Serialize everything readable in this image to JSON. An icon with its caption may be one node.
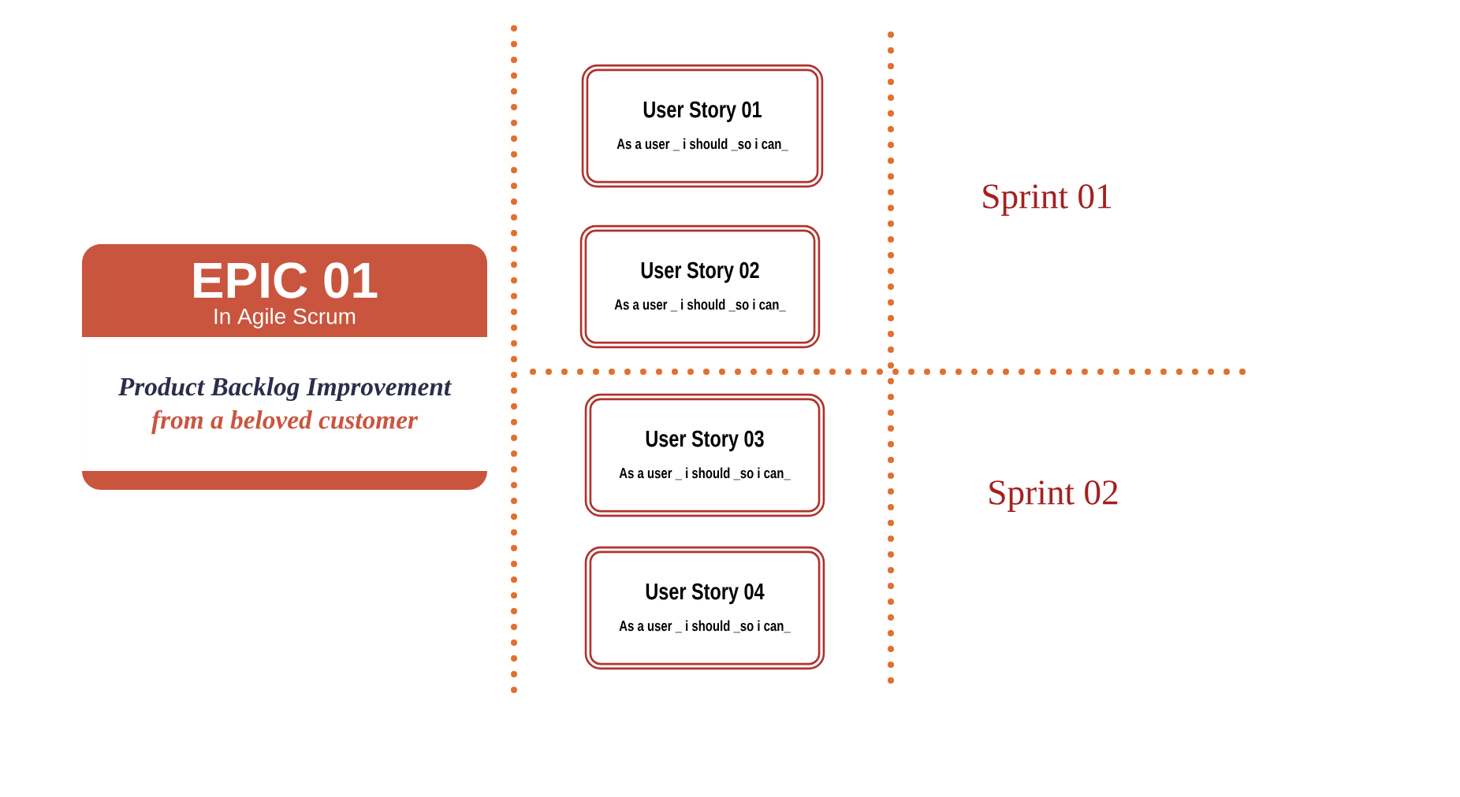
{
  "diagram": {
    "nodes": [
      {
        "text": [
          "EPIC 01",
          "In Agile Scrum",
          "Product Backlog Improvement",
          "from a beloved customer"
        ]
      },
      {
        "text": [
          "User Story 01",
          "As a user _ i should _so i can_"
        ]
      },
      {
        "text": [
          "User Story 02",
          "As a user _ i should _so i can_"
        ]
      },
      {
        "text": [
          "User Story 03",
          "As a user _ i should _so i can_"
        ]
      },
      {
        "text": [
          "User Story 04",
          "As a user _ i should _so i can_"
        ]
      }
    ],
    "labels": [
      "Sprint 01",
      "Sprint 02"
    ]
  }
}
